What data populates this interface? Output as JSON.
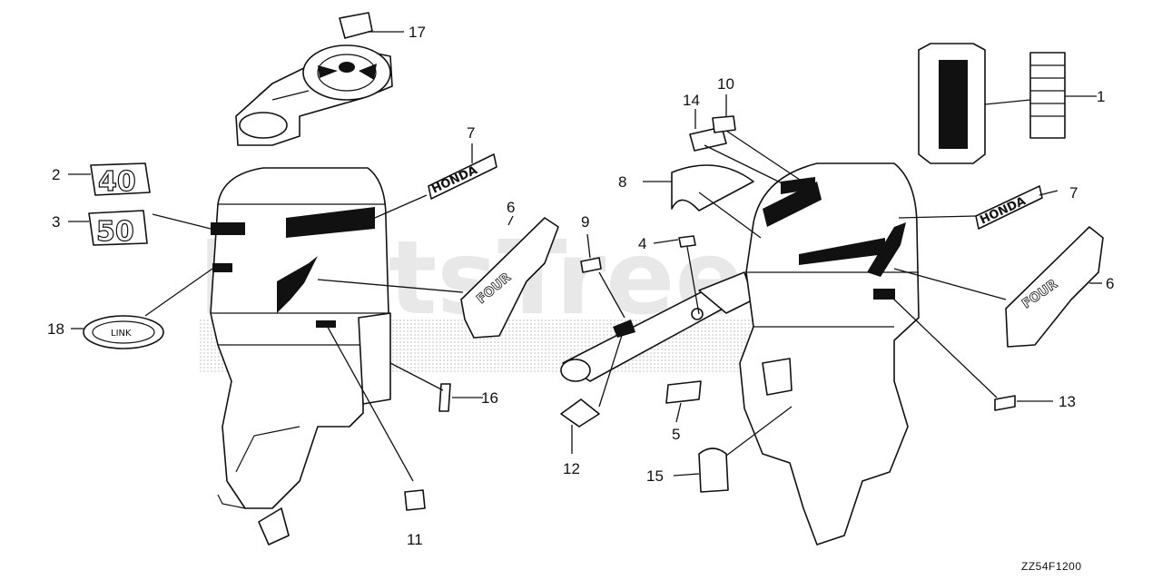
{
  "diagram": {
    "figure_code": "ZZ54F1200",
    "watermark": "PartsTree",
    "callouts": {
      "c1": "1",
      "c2": "2",
      "c3": "3",
      "c4": "4",
      "c5": "5",
      "c6a": "6",
      "c6b": "6",
      "c7a": "7",
      "c7b": "7",
      "c8": "8",
      "c9": "9",
      "c10": "10",
      "c11": "11",
      "c12": "12",
      "c13": "13",
      "c14": "14",
      "c15": "15",
      "c16": "16",
      "c17": "17",
      "c18": "18"
    },
    "emblems": {
      "honda_left": "HONDA",
      "honda_right": "HONDA",
      "num_40": "40",
      "num_50": "50",
      "four_left": "FOUR",
      "four_right": "FOUR",
      "oval_badge": "LINK"
    }
  }
}
